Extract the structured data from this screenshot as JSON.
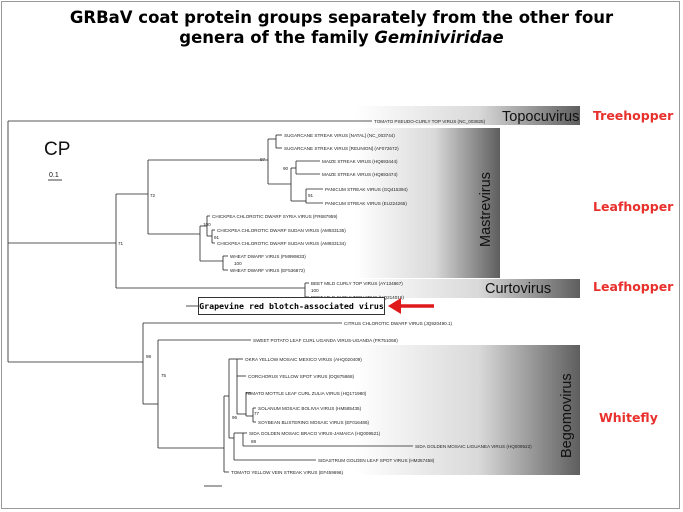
{
  "title": {
    "line1": "GRBaV coat protein groups separately from the other four",
    "line2_prefix": "genera of the family ",
    "line2_italic": "Geminiviridae"
  },
  "tree": {
    "label": "CP",
    "scale": "0.1",
    "leaves": {
      "tomato_pseudo": "TOMATO PSEUDO-CURLY TOP VIRUS (NC_003825)",
      "sugarcane_natal": "SUGARCANE STREAK VIRUS [NATAL] (NC_003744)",
      "sugarcane_reunion": "SUGARCANE STREAK VIRUS [REUNION] (AF072672)",
      "maize_1": "MAIZE STREAK VIRUS (HQ693444)",
      "maize_2": "MAIZE STREAK VIRUS (HQ693474)",
      "panicum_1": "PANICUM STREAK VIRUS (GQ415394)",
      "panicum_2": "PANICUM STREAK VIRUS (EU224265)",
      "chickpea_syria": "CHICKPEA CHLOROTIC DWARF SYRIA VIRUS (FR687959)",
      "chickpea_sudan_1": "CHICKPEA CHLOROTIC DWARF SUDAN VIRUS (AM933135)",
      "chickpea_sudan_2": "CHICKPEA CHLOROTIC DWARF SUDAN VIRUS (AM933134)",
      "wheat_1": "WHEAT DWARF VIRUS (FM999833)",
      "wheat_2": "WHEAT DWARF VIRUS (EF536872)",
      "beet_1": "BEET MILD CURLY TOP VIRUS (AY134867)",
      "beet_2": "BEET MILD CURLY TOP VIRUS (HQ214016)",
      "citrus": "CITRUS CHLOROTIC DWARF VIRUS (JQ920490.1)",
      "sweet_potato": "SWEET POTATO LEAF CURL UGANDA VIRUS-UGANDA (FR751068)",
      "okra": "OKRA YELLOW MOSAIC MEXICO VIRUS (AHQ020409)",
      "corchorus": "CORCHORUS YELLOW SPOT VIRUS (DQ875868)",
      "tomato_mottle": "TOMATO MOTTLE LEAF CURL ZULIA VIRUS (HQ171980)",
      "solanum": "SOLANUM MOSAIC BOLIVIA VIRUS (HM585435)",
      "soybean": "SOYBEAN BLISTERING MOSAIC VIRUS (EF016486)",
      "sida_braco": "SIDA GOLDEN MOSAIC BRACO VIRUS-JAMAICA (HQ009521)",
      "sida_liguanea": "SIDA GOLDEN MOSAIC LIGUANEA VIRUS (HQ009522)",
      "sidastrum": "SIDASTRUM GOLDEN LEAF SPOT VIRUS (HM357458)",
      "tomato_yellow_vein": "TOMATO YELLOW VEIN STREAK VIRUS (EF459696)"
    },
    "support": {
      "n97": "97",
      "n90": "90",
      "n91a": "91",
      "n72": "72",
      "n100a": "100",
      "n91b": "91",
      "n71": "71",
      "n100b": "100",
      "n100c": "100",
      "n98": "98",
      "n75": "75",
      "n96": "96",
      "n77": "77",
      "n89": "89"
    },
    "genera": {
      "topocuvirus": "Topocuvirus",
      "mastrevirus": "Mastrevirus",
      "curtovirus": "Curtovirus",
      "begomovirus": "Begomovirus"
    },
    "grbav_label": "Grapevine red blotch-associated virus"
  },
  "vectors": {
    "treehopper": "Treehopper",
    "leafhopper_1": "Leafhopper",
    "leafhopper_2": "Leafhopper",
    "whitefly": "Whitefly"
  },
  "colors": {
    "vector_red": "#e8302c",
    "arrow_red": "#e0191b",
    "band_dark": "#5e5e5e",
    "band_light": "#ffffff"
  }
}
